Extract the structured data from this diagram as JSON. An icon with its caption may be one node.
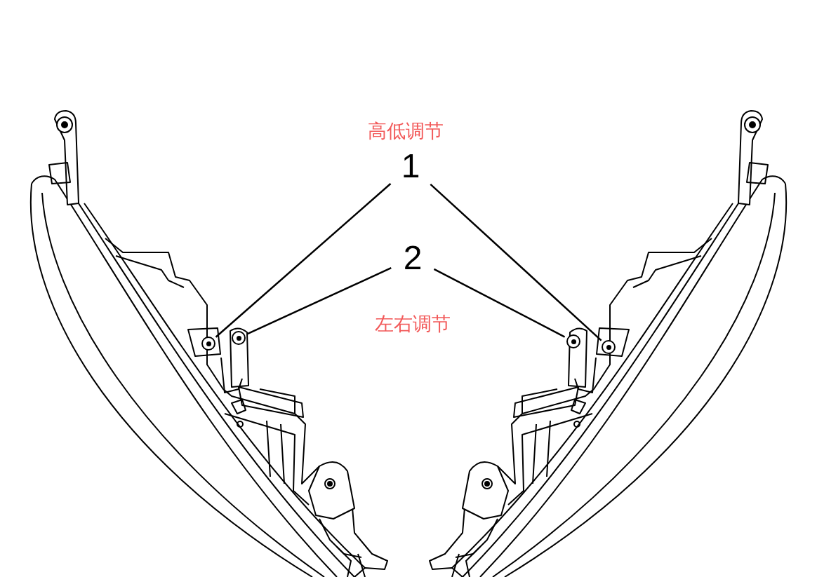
{
  "diagram": {
    "nodes": [
      {
        "text": [
          "1"
        ],
        "beside": [
          "高低调节"
        ]
      },
      {
        "text": [
          "2"
        ],
        "beside": [
          "左右调节"
        ]
      },
      {
        "text": [],
        "shape": "circle"
      },
      {
        "text": [],
        "shape": "circle"
      },
      {
        "text": [],
        "shape": "circle"
      },
      {
        "text": [],
        "shape": "circle"
      }
    ],
    "edges": [
      {
        "from": 0,
        "to": 2,
        "arrow": "none"
      },
      {
        "from": 0,
        "to": 5,
        "arrow": "none"
      },
      {
        "from": 1,
        "to": 3,
        "arrow": "none"
      },
      {
        "from": 1,
        "to": 4,
        "arrow": "none"
      }
    ]
  }
}
